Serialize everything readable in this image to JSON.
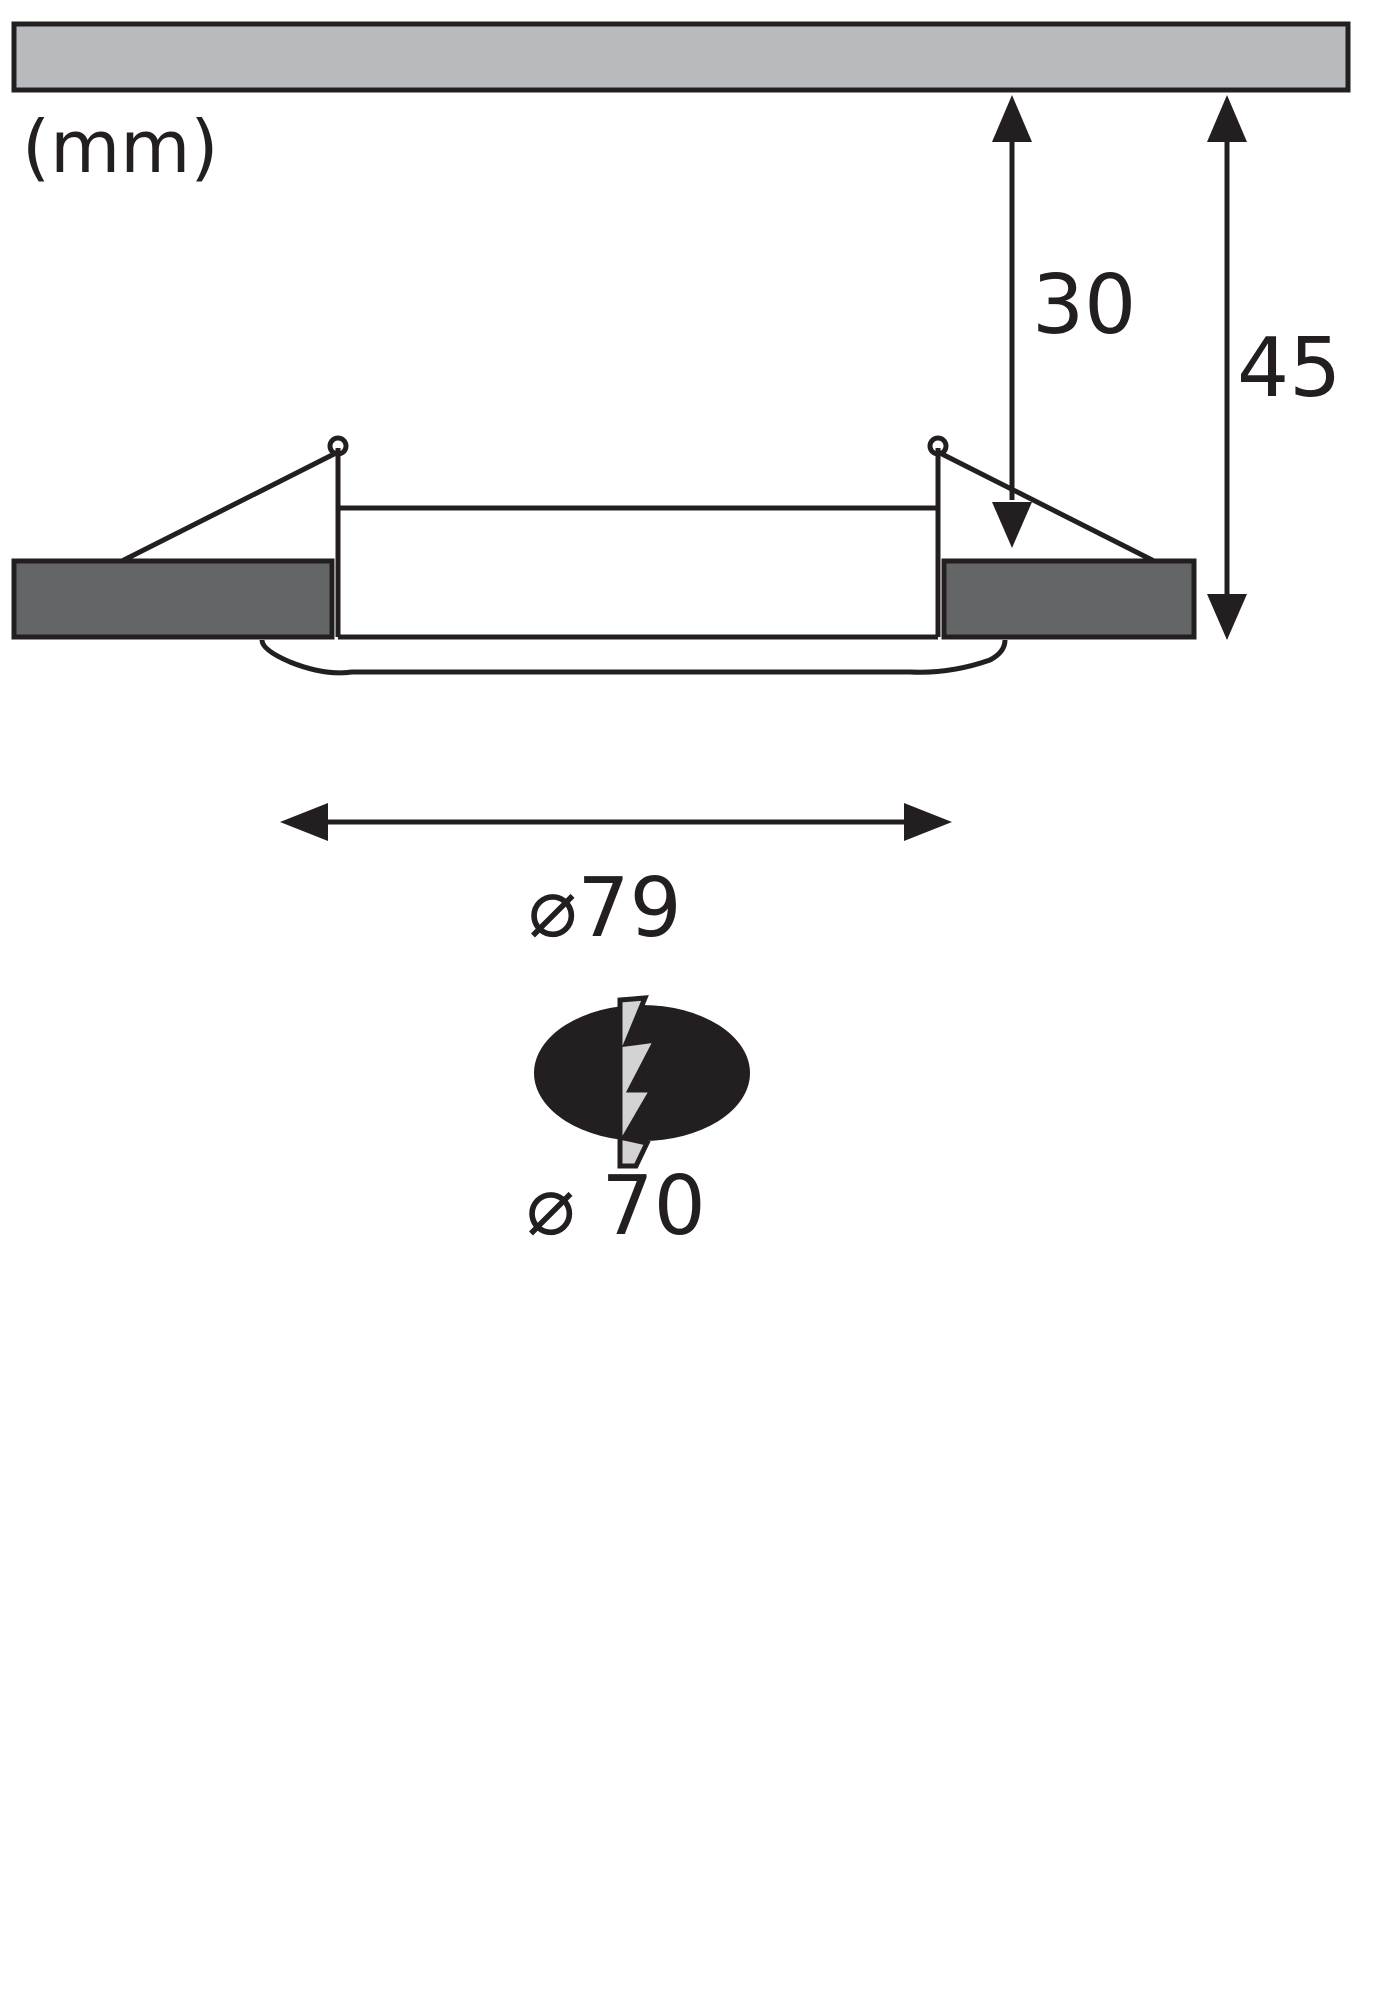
{
  "units_label": "(mm)",
  "dimensions": {
    "recess_depth": "30",
    "total_depth": "45",
    "outer_diameter": "⌀79",
    "cutout_diameter": "⌀ 70"
  },
  "colors": {
    "ceiling": "#b9babd",
    "ceiling_panel": "#646567",
    "line": "#231f20",
    "cutout_fill": "#231f20",
    "bolt_fill": "#d3d3d3",
    "background": "#ffffff"
  },
  "icons": [
    "double-arrow-icon",
    "lightning-bolt-icon",
    "diameter-icon"
  ]
}
